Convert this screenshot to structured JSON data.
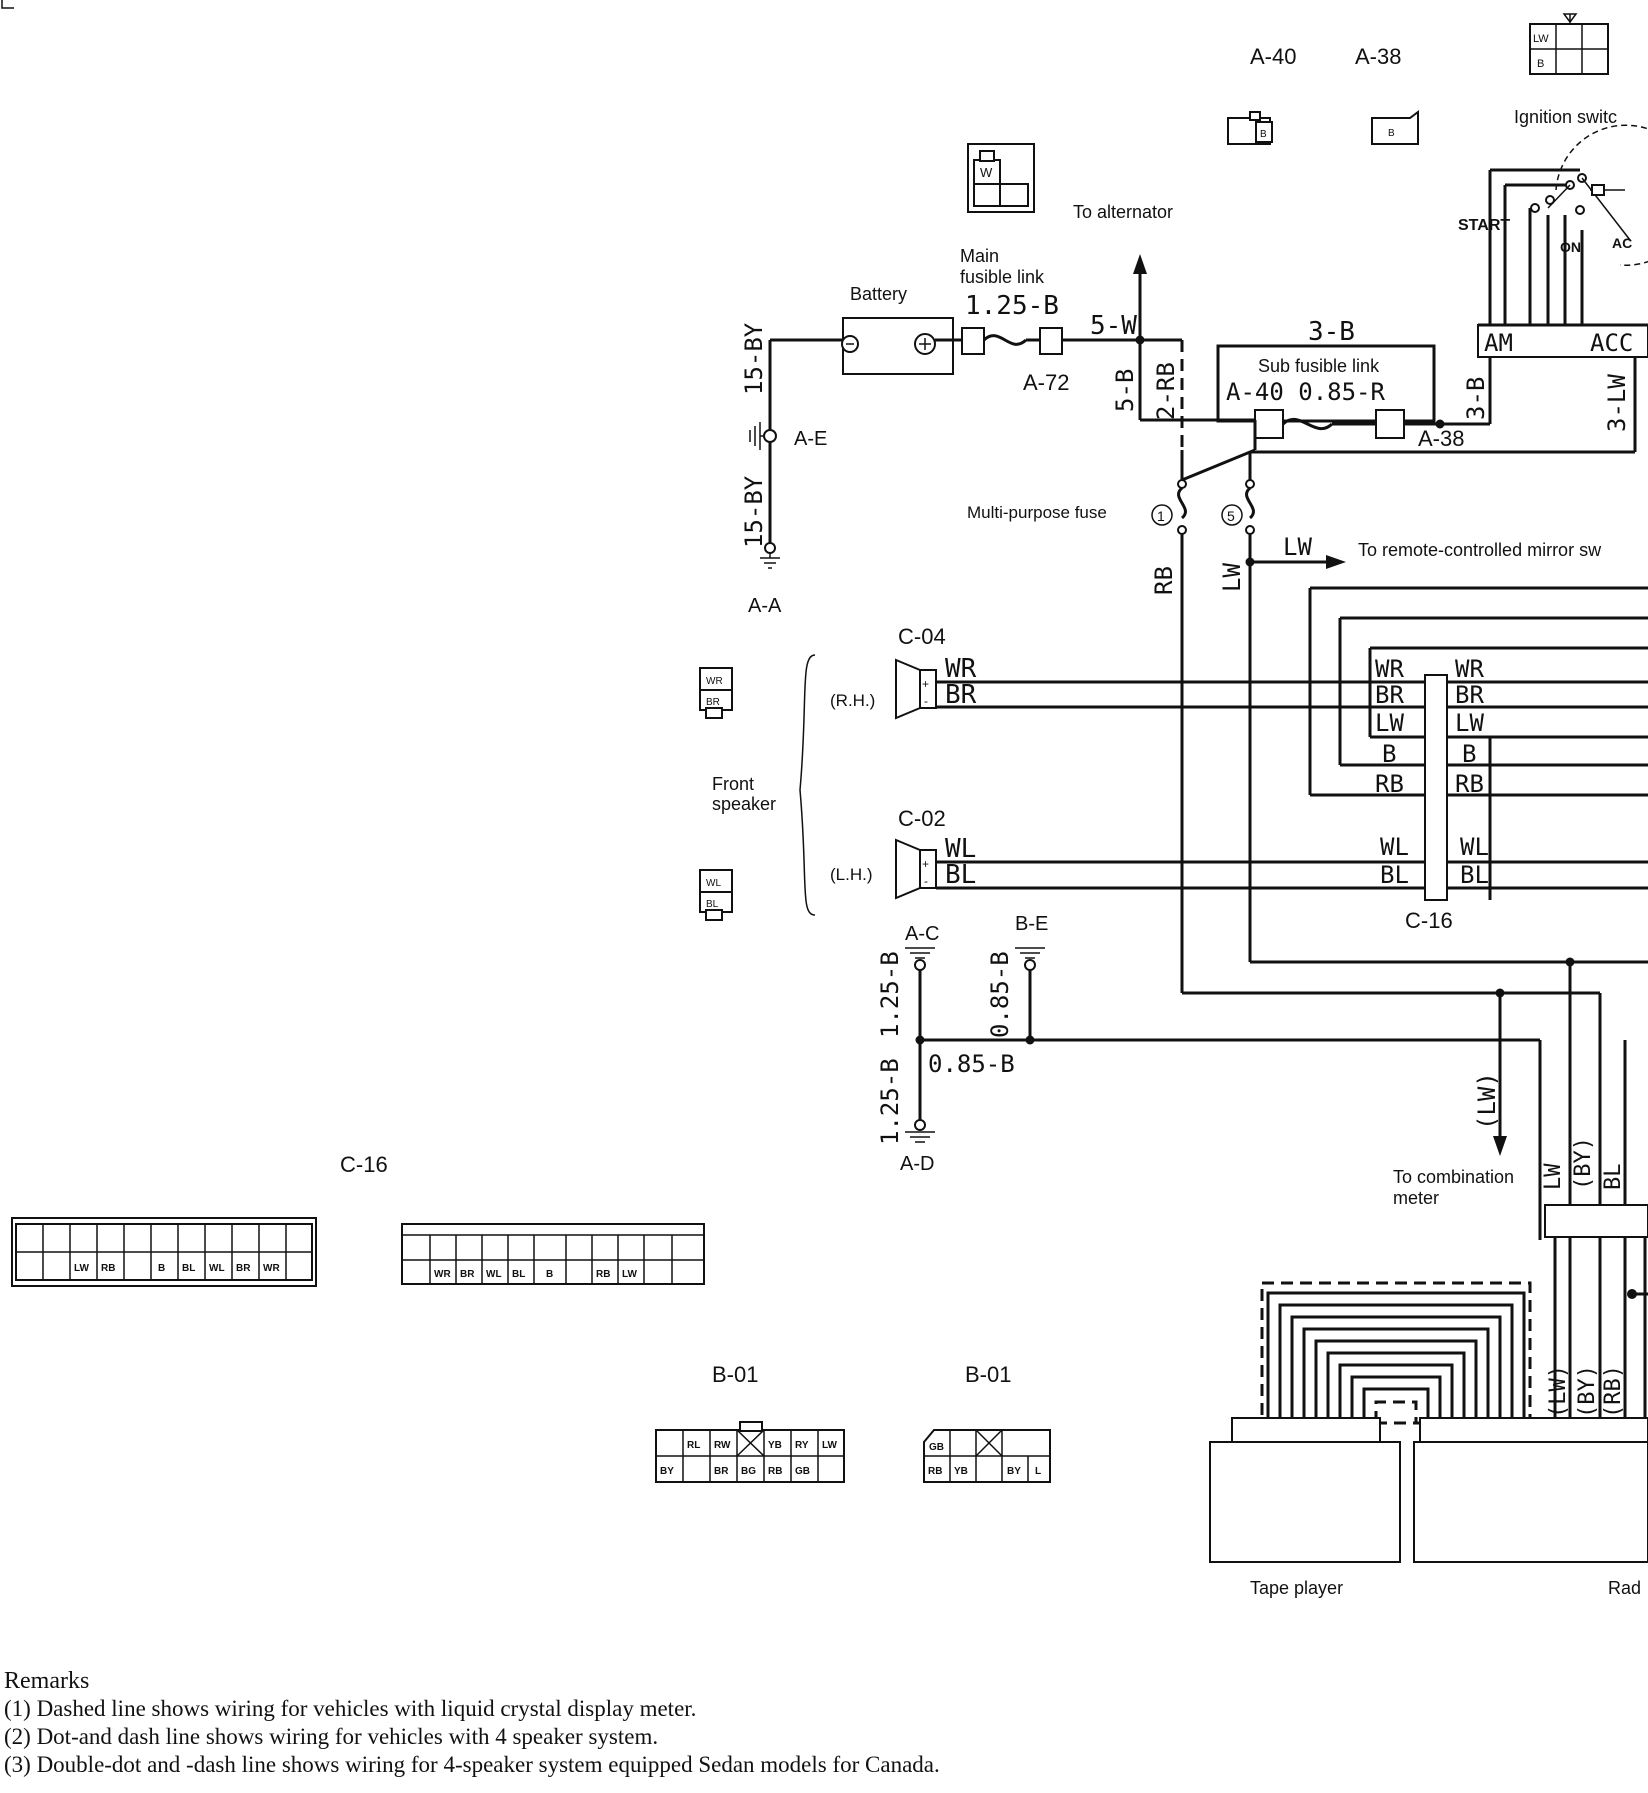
{
  "header": {
    "connector_refs": [
      "A-40",
      "A-38"
    ],
    "connector_b": "B",
    "connector_w": "W",
    "ign_connector_labels": [
      "LW",
      "B"
    ]
  },
  "ignition": {
    "title": "Ignition switc",
    "start": "START",
    "on": "ON",
    "acc_short": "AC",
    "am": "AM",
    "acc": "ACC"
  },
  "power": {
    "to_alternator": "To alternator",
    "battery": "Battery",
    "main_fusible_link": [
      "Main",
      "fusible link"
    ],
    "wire_main": "1.25-B",
    "a72": "A-72",
    "w5w": "5-W",
    "w3b_top": "3-B",
    "sub_fusible_link": "Sub fusible link",
    "a40_label": "A-40 0.85-R",
    "a38_label": "A-38",
    "w5b": "5-B",
    "w2rb": "2-RB",
    "w3b_side": "3-B",
    "w3lw": "3-LW"
  },
  "ground": {
    "w15by_top": "15-BY",
    "ae": "A-E",
    "w15by_bottom": "15-BY",
    "aa": "A-A"
  },
  "fuse": {
    "label": "Multi-purpose fuse",
    "n1": "1",
    "n5": "5",
    "rb": "RB",
    "lw": "LW",
    "lw_arrow": "LW",
    "to_mirror": "To remote-controlled mirror sw"
  },
  "speakers": {
    "c04": "C-04",
    "c02": "C-02",
    "rh": "(R.H.)",
    "lh": "(L.H.)",
    "front_speaker": [
      "Front",
      "speaker"
    ],
    "rh_conn": [
      "WR",
      "BR"
    ],
    "lh_conn": [
      "WL",
      "BL"
    ],
    "wr": "WR",
    "br": "BR",
    "wl": "WL",
    "bl": "BL"
  },
  "c16_join": {
    "left": [
      "WR",
      "BR",
      "LW",
      "B",
      "RB"
    ],
    "right": [
      "WR",
      "BR",
      "LW",
      "B",
      "RB"
    ],
    "wl_left": "WL",
    "bl_left": "BL",
    "wl_right": "WL",
    "bl_right": "BL",
    "label": "C-16"
  },
  "grounds2": {
    "ac": "A-C",
    "be": "B-E",
    "ad": "A-D",
    "w125b_top": "1.25-B",
    "w125b_bottom": "1.25-B",
    "w085b_vert": "0.85-B",
    "w085b_horz": "0.85-B"
  },
  "combination": {
    "lw_paren": "(LW)",
    "to_meter": [
      "To combination",
      "meter"
    ],
    "bottom_labels": [
      "LW",
      "(BY)",
      "BL"
    ]
  },
  "c16_connectors": {
    "title": "C-16",
    "left_pins": [
      "LW",
      "RB",
      "",
      "B",
      "BL",
      "WL",
      "BR",
      "WR"
    ],
    "right_pins": [
      "WR",
      "BR",
      "WL",
      "BL",
      "B",
      "",
      "RB",
      "LW"
    ]
  },
  "b01": {
    "title_left": "B-01",
    "title_right": "B-01",
    "left_top": [
      "RL",
      "RW",
      "",
      "YB",
      "RY",
      "LW"
    ],
    "left_bottom": [
      "BY",
      "",
      "BR",
      "BG",
      "RB",
      "GB"
    ],
    "right_top": [
      "GB"
    ],
    "right_bottom": [
      "RB",
      "YB",
      "",
      "BY",
      "L"
    ]
  },
  "audio": {
    "tape_player": "Tape player",
    "radio": "Rad",
    "vert_labels": [
      "(LW)",
      "(BY)",
      "(RB)"
    ]
  },
  "remarks": {
    "title": "Remarks",
    "items": [
      "(1)  Dashed line shows wiring for vehicles with liquid crystal display meter.",
      "(2)  Dot-and dash line shows wiring for vehicles with 4 speaker system.",
      "(3)  Double-dot and -dash line shows wiring for 4-speaker system equipped Sedan models for Canada."
    ]
  }
}
